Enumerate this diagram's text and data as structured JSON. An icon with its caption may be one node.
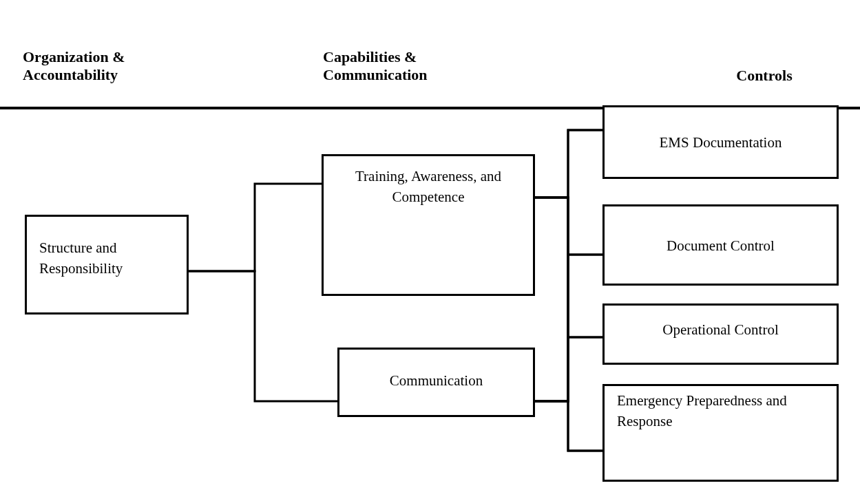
{
  "diagram": {
    "nodes": [
      {
        "text": [
          "Structure and Responsibility"
        ]
      },
      {
        "text": [
          "Training, Awareness, and Competence"
        ]
      },
      {
        "text": [
          "Communication"
        ]
      },
      {
        "text": [
          "EMS Documentation"
        ]
      },
      {
        "text": [
          "Document Control"
        ]
      },
      {
        "text": [
          "Operational Control"
        ]
      },
      {
        "text": [
          "Emergency Preparedness and Response"
        ]
      }
    ],
    "edges": [
      {
        "from": 0,
        "to": 1,
        "arrow": "none"
      },
      {
        "from": 0,
        "to": 2,
        "arrow": "none"
      },
      {
        "from": 1,
        "to": 3,
        "arrow": "none"
      },
      {
        "from": 1,
        "to": 4,
        "arrow": "none"
      },
      {
        "from": 1,
        "to": 5,
        "arrow": "none"
      },
      {
        "from": 1,
        "to": 6,
        "arrow": "none"
      },
      {
        "from": 2,
        "to": 3,
        "arrow": "none"
      },
      {
        "from": 2,
        "to": 4,
        "arrow": "none"
      },
      {
        "from": 2,
        "to": 5,
        "arrow": "none"
      },
      {
        "from": 2,
        "to": 6,
        "arrow": "none"
      }
    ],
    "labels": [
      "Organization & Accountability",
      "Capabilities & Communication",
      "Controls"
    ]
  }
}
